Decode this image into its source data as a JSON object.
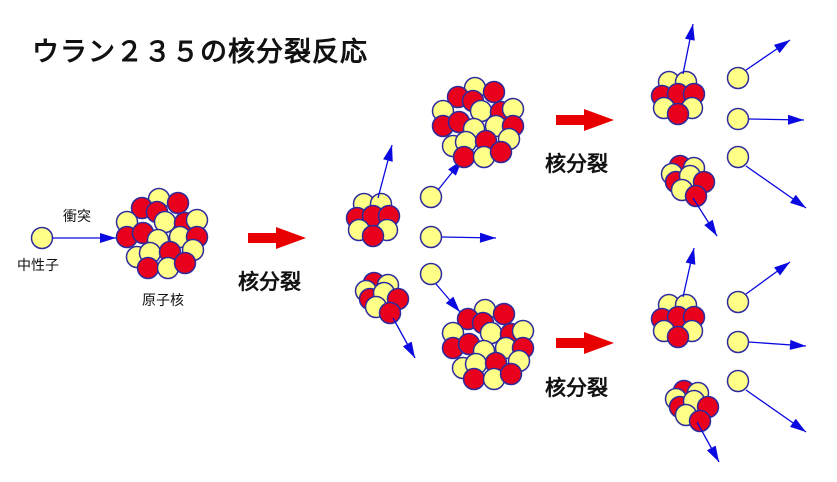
{
  "title": "ウラン２３５の核分裂反応",
  "labels": {
    "collision": "衝突",
    "neutron": "中性子",
    "nucleus": "原子核",
    "fission": "核分裂"
  },
  "colors": {
    "proton": "#e8001c",
    "neutron": "#ffff88",
    "outline": "#2b2b9e",
    "arrow": "#0a0ae0",
    "big_arrow": "#e80000"
  }
}
